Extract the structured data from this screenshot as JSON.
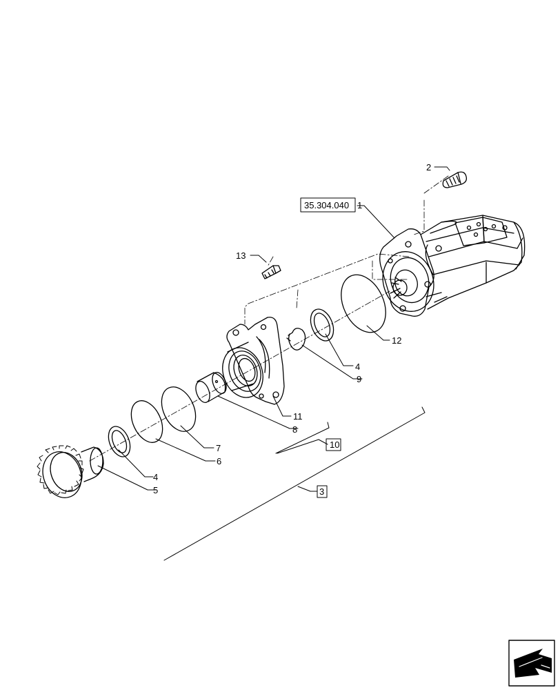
{
  "diagram": {
    "reference_box": "35.304.040",
    "labels": {
      "part_1": "1",
      "part_2": "2",
      "part_3": "3",
      "part_4_upper": "4",
      "part_4_lower": "4",
      "part_5": "5",
      "part_6": "6",
      "part_7": "7",
      "part_8": "8",
      "part_9": "9",
      "part_10": "10",
      "part_11": "11",
      "part_12": "12",
      "part_13": "13"
    }
  },
  "nav": {
    "icon": "next-page-arrow-icon"
  }
}
